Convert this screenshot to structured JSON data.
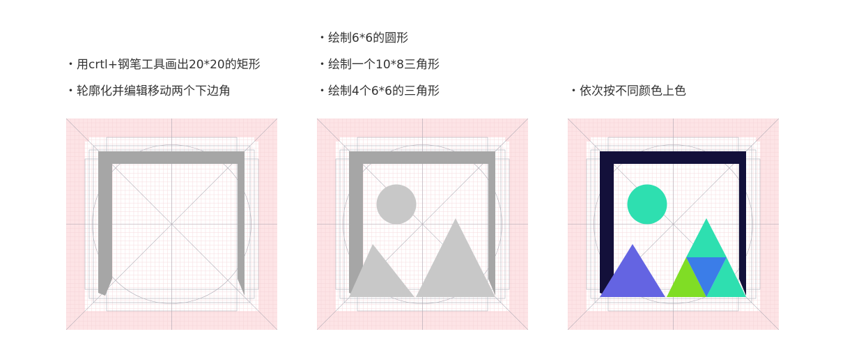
{
  "steps": {
    "panel_1": [
      "・用crtl+钢笔工具画出20*20的矩形",
      "・轮廓化并编辑移动两个下边角"
    ],
    "panel_2": [
      "・绘制6*6的圆形",
      "・绘制一个10*8三角形",
      "・绘制4个6*6的三角形"
    ],
    "panel_3": [
      "・依次按不同颜色上色"
    ]
  },
  "colors": {
    "grid_background": "#fde4e6",
    "grid_line": "#f3cfd3",
    "guide_line": "#9a9aa6",
    "frame_gray": "#a6a6a6",
    "shape_gray": "#c8c8c8",
    "frame_navy": "#13103a",
    "circle_teal": "#2edfb0",
    "triangle_purple": "#6464e2",
    "triangle_green": "#80dd25",
    "triangle_blue": "#3b7de8",
    "triangle_teal": "#2edfb0"
  },
  "icons": [
    "picture-icon-outline",
    "picture-icon-gray",
    "picture-icon-colored"
  ]
}
